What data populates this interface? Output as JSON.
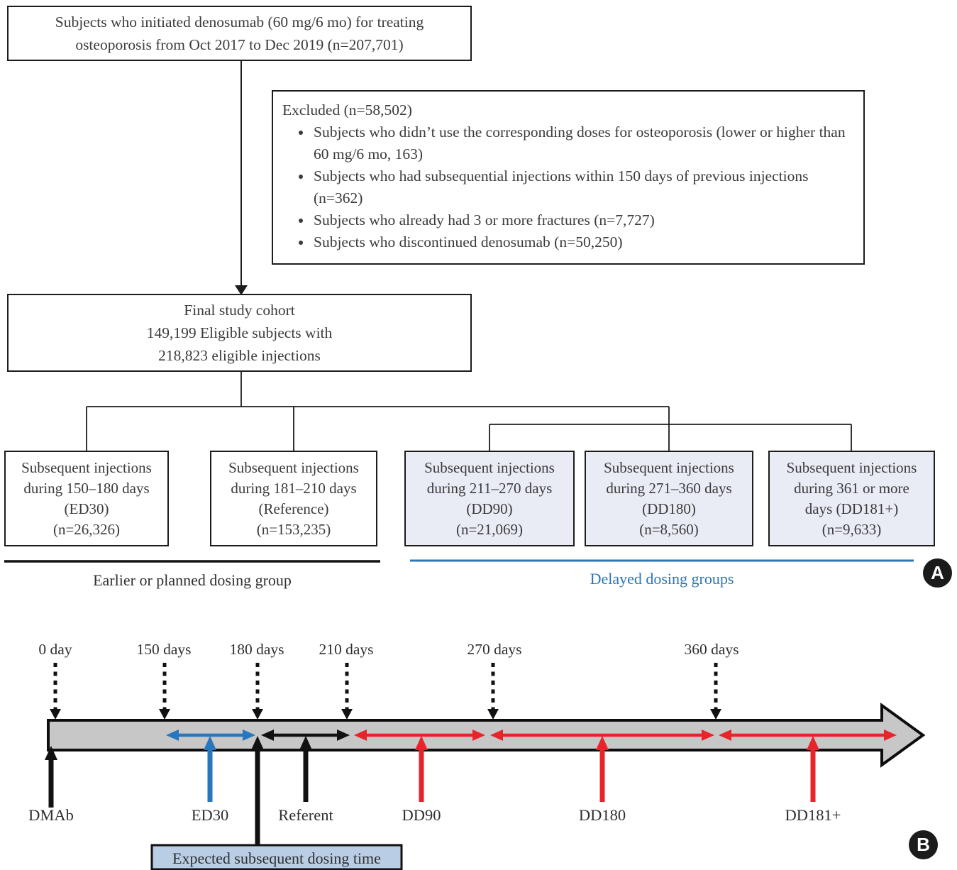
{
  "figure": {
    "panel_a": {
      "badge": "A",
      "top_box": {
        "lines": [
          "Subjects who initiated denosumab (60 mg/6 mo) for treating",
          "osteoporosis from Oct 2017 to Dec 2019 (n=207,701)"
        ]
      },
      "excluded_box": {
        "title": "Excluded (n=58,502)",
        "bullets": [
          "Subjects who didn’t use the corresponding doses for osteoporosis (lower or higher than 60 mg/6 mo, 163)",
          "Subjects who had subsequential injections within 150 days of previous injections (n=362)",
          "Subjects who already had 3 or more fractures (n=7,727)",
          "Subjects who discontinued denosumab (n=50,250)"
        ]
      },
      "final_box": {
        "lines": [
          "Final study cohort",
          "149,199 Eligible subjects with",
          "218,823 eligible injections"
        ]
      },
      "group_boxes": [
        {
          "lines": [
            "Subsequent injections",
            "during 150–180 days",
            "(ED30)",
            "(n=26,326)"
          ],
          "highlighted": false
        },
        {
          "lines": [
            "Subsequent injections",
            "during 181–210 days",
            "(Reference)",
            "(n=153,235)"
          ],
          "highlighted": false
        },
        {
          "lines": [
            "Subsequent injections",
            "during 211–270 days",
            "(DD90)",
            "(n=21,069)"
          ],
          "highlighted": true
        },
        {
          "lines": [
            "Subsequent injections",
            "during 271–360 days",
            "(DD180)",
            "(n=8,560)"
          ],
          "highlighted": true
        },
        {
          "lines": [
            "Subsequent injections",
            "during 361 or more",
            "days (DD181+)",
            "(n=9,633)"
          ],
          "highlighted": true
        }
      ],
      "earlier_group_label": "Earlier or planned dosing group",
      "delayed_group_label": "Delayed dosing groups"
    },
    "panel_b": {
      "badge": "B",
      "ticks": [
        "0 day",
        "150 days",
        "180 days",
        "210 days",
        "270 days",
        "360 days"
      ],
      "markers": [
        "DMAb",
        "ED30",
        "Referent",
        "DD90",
        "DD180",
        "DD181+"
      ],
      "expected_box_label": "Expected subsequent dosing time"
    },
    "colors": {
      "accent_blue": "#2E75B6",
      "arrow_blue": "#2777BE",
      "arrow_red": "#E8242A",
      "timeline_bar_gray": "#C7C7C7",
      "group_box_fill": "#E9EBF5",
      "expected_box_fill": "#B9CDE5",
      "badge_black": "#1B1B1B"
    }
  }
}
